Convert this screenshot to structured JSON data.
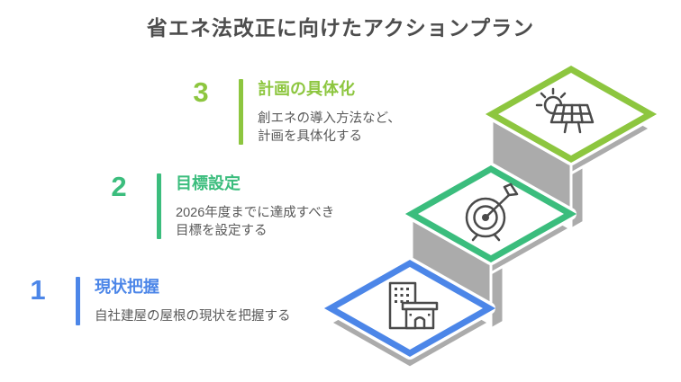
{
  "page": {
    "title": "省エネ法改正に向けたアクションプラン"
  },
  "colors": {
    "step1": "#4C86E8",
    "step2": "#3BBD7D",
    "step3": "#8DC63F",
    "gray": "#ABABAB",
    "icon": "#4A4A4A",
    "titleText": "#4D4D4D",
    "descText": "#595959"
  },
  "steps": [
    {
      "number": "1",
      "title": "現状把握",
      "description": "自社建屋の屋根の現状を把握する",
      "desc_lines": [
        "自社建屋の屋根の現状を把握する"
      ],
      "color": "#4C86E8",
      "icon": "building-icon"
    },
    {
      "number": "2",
      "title": "目標設定",
      "description": "2026年度までに達成すべき目標を設定する",
      "desc_lines": [
        "2026年度までに達成すべき",
        "目標を設定する"
      ],
      "color": "#3BBD7D",
      "icon": "target-icon"
    },
    {
      "number": "3",
      "title": "計画の具体化",
      "description": "創エネの導入方法など、計画を具体化する",
      "desc_lines": [
        "創エネの導入方法など、",
        "計画を具体化する"
      ],
      "color": "#8DC63F",
      "icon": "solar-panel-icon"
    }
  ]
}
